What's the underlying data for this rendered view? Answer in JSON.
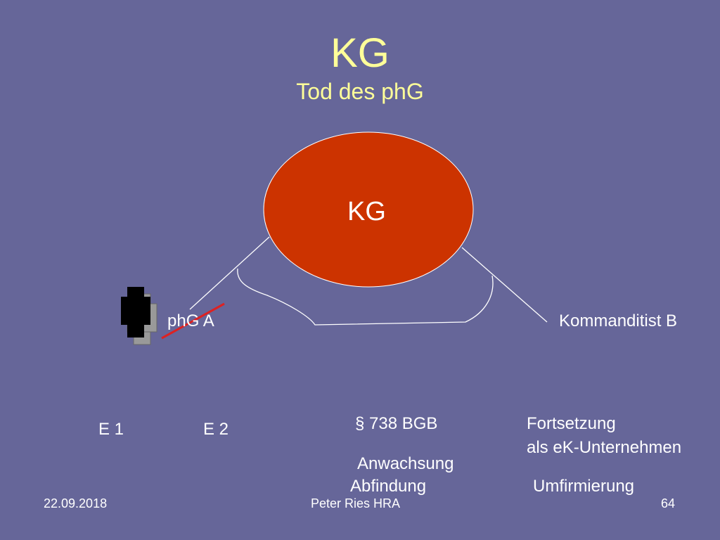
{
  "slide": {
    "title": "KG",
    "subtitle": "Tod des phG"
  },
  "diagram": {
    "oval_label": "KG",
    "oval_color": "#cc3300",
    "background_color": "#666699",
    "title_color": "#ffff99",
    "strike_color": "#dd2222",
    "partner_a": "phG A",
    "partner_b": "Kommanditist B",
    "heir_1": "E 1",
    "heir_2": "E 2",
    "paragraph": "§ 738 BGB",
    "anwachsung": "Anwachsung",
    "abfindung": "Abfindung",
    "fortsetzung_line1": "Fortsetzung",
    "fortsetzung_line2": "als eK-Unternehmen",
    "umfirmierung": "Umfirmierung",
    "person_icon": "person-icon"
  },
  "footer": {
    "date": "22.09.2018",
    "author": "Peter Ries HRA",
    "page": "64"
  }
}
